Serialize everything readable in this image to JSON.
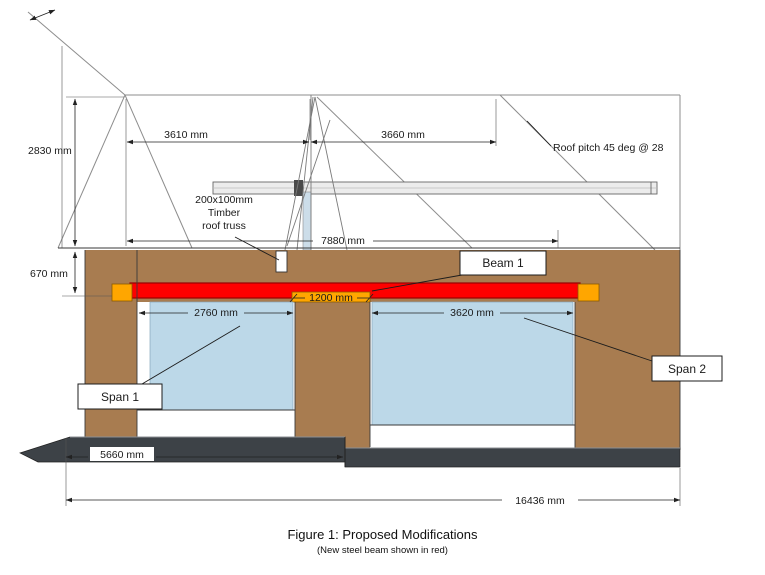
{
  "drawing": {
    "callouts": {
      "beam1": "Beam 1",
      "span1": "Span 1",
      "span2": "Span 2",
      "roof_pitch": "Roof pitch 45 deg @ 28",
      "truss_line1": "200x100mm",
      "truss_line2": "Timber",
      "truss_line3": "roof truss"
    },
    "dimensions": {
      "ridge_height": "2830 mm",
      "left_roof_span": "3610 mm",
      "right_roof_span": "3660 mm",
      "ceiling_span": "7880 mm",
      "ceiling_depth": "670 mm",
      "span1_width": "2760 mm",
      "pier_width": "1200 mm",
      "span2_width": "3620 mm",
      "left_floor_width": "5660 mm",
      "total_width": "16436 mm"
    },
    "colors": {
      "wall_brown": "#a87c50",
      "beam_red": "#fe0000",
      "pad_orange": "#ffa600",
      "glass_blue": "#bcd8e8",
      "floor_dark": "#3d4247",
      "ridge_bar_gray": "#ececec"
    }
  },
  "caption": {
    "title": "Figure 1: Proposed Modifications",
    "subtitle": "(New steel beam shown in red)"
  }
}
